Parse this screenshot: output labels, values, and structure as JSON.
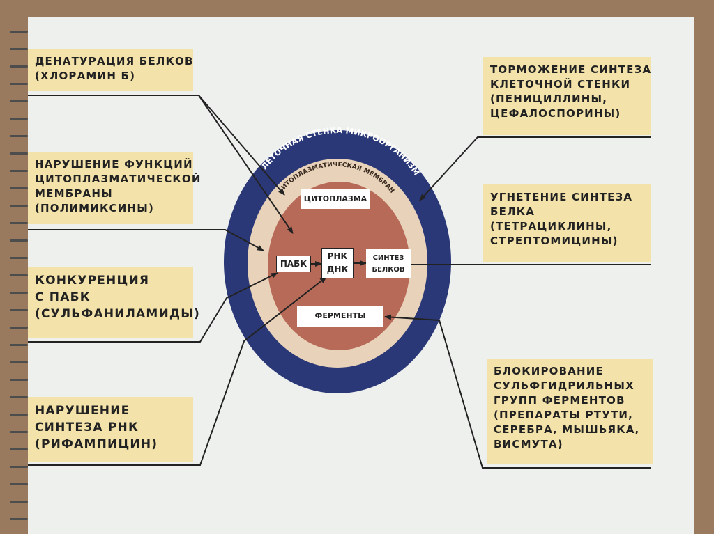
{
  "left_labels": [
    {
      "lines": [
        "ДЕНАТУРАЦИЯ БЕЛКОВ",
        "(ХЛОРАМИН Б)"
      ]
    },
    {
      "lines": [
        "НАРУШЕНИЕ ФУНКЦИЙ",
        "ЦИТОПЛАЗМАТИЧЕСКОЙ",
        "МЕМБРАНЫ",
        "(ПОЛИМИКСИНЫ)"
      ]
    },
    {
      "lines": [
        "КОНКУРЕНЦИЯ",
        "С ПАБК",
        "(СУЛЬФАНИЛАМИДЫ)"
      ]
    },
    {
      "lines": [
        "НАРУШЕНИЕ",
        "СИНТЕЗА РНК",
        "(РИФАМПИЦИН)"
      ]
    }
  ],
  "right_labels": [
    {
      "lines": [
        "ТОРМОЖЕНИЕ СИНТЕЗА",
        "КЛЕТОЧНОЙ СТЕНКИ",
        "(ПЕНИЦИЛЛИНЫ,",
        "ЦЕФАЛОСПОРИНЫ)"
      ]
    },
    {
      "lines": [
        "УГНЕТЕНИЕ СИНТЕЗА",
        "БЕЛКА",
        "(ТЕТРАЦИКЛИНЫ,",
        "СТРЕПТОМИЦИНЫ)"
      ]
    },
    {
      "lines": [
        "БЛОКИРОВАНИЕ",
        "СУЛЬФГИДРИЛЬНЫХ",
        "ГРУПП ФЕРМЕНТОВ",
        "(ПРЕПАРАТЫ РТУТИ,",
        "СЕРЕБРА, МЫШЬЯКА,",
        "ВИСМУТА)"
      ]
    }
  ],
  "cell": {
    "wall_label": "КЛЕТОЧНАЯ СТЕНКА МИКРООРГАНИЗМА",
    "membrane_label": "ЦИТОПЛАЗМАТИЧЕСКАЯ МЕМБРАНА",
    "cytoplasm_label": "ЦИТОПЛАЗМА",
    "pabk_label": "ПАБК",
    "rnk_label": "РНК",
    "dnk_label": "ДНК",
    "synthesis_line1": "СИНТЕЗ",
    "synthesis_line2": "БЕЛКОВ",
    "enzymes_label": "ФЕРМЕНТЫ"
  },
  "colors": {
    "wall": "#2b3878",
    "membrane": "#e8d3ba",
    "cytoplasm": "#b86a58",
    "label_bg": "#f3e2a9"
  }
}
